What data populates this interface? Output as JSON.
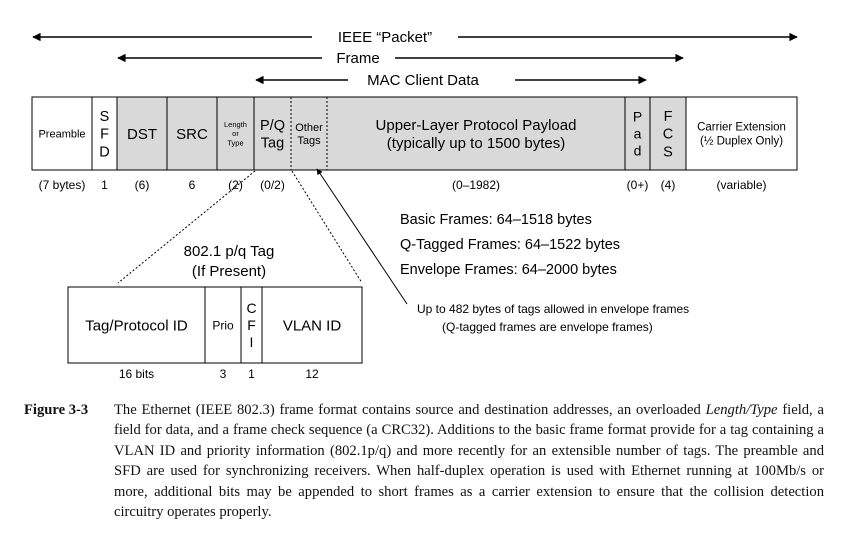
{
  "spans": {
    "packet": "IEEE “Packet”",
    "frame": "Frame",
    "mac_client_data": "MAC Client Data"
  },
  "frame_fields": [
    {
      "id": "preamble",
      "lines": [
        "Preamble"
      ],
      "size": "(7 bytes)",
      "shaded": false
    },
    {
      "id": "sfd",
      "lines": [
        "S",
        "F",
        "D"
      ],
      "size": "1",
      "shaded": false
    },
    {
      "id": "dst",
      "lines": [
        "DST"
      ],
      "size": "(6)",
      "shaded": true
    },
    {
      "id": "src",
      "lines": [
        "SRC"
      ],
      "size": "6",
      "shaded": true
    },
    {
      "id": "length-type",
      "lines": [
        "Length",
        "or",
        "Type"
      ],
      "size": "(2)",
      "shaded": true
    },
    {
      "id": "pq-tag",
      "lines": [
        "P/Q",
        "Tag"
      ],
      "size": "(0/2)",
      "shaded": true
    },
    {
      "id": "other-tags",
      "lines": [
        "Other",
        "Tags"
      ],
      "size": "",
      "shaded": true
    },
    {
      "id": "payload",
      "lines": [
        "Upper-Layer Protocol Payload",
        "(typically up to 1500 bytes)"
      ],
      "size": "(0–1982)",
      "shaded": true
    },
    {
      "id": "pad",
      "lines": [
        "P",
        "a",
        "d"
      ],
      "size": "(0+)",
      "shaded": true
    },
    {
      "id": "fcs",
      "lines": [
        "F",
        "C",
        "S"
      ],
      "size": "(4)",
      "shaded": true
    },
    {
      "id": "carrier-extension",
      "lines": [
        "Carrier Extension",
        "(½ Duplex Only)"
      ],
      "size": "(variable)",
      "shaded": false
    }
  ],
  "frame_sizes": [
    "Basic Frames: 64–1518 bytes",
    "Q-Tagged Frames: 64–1522 bytes",
    "Envelope Frames: 64–2000 bytes"
  ],
  "tag_note": [
    "Up to 482 bytes of tags allowed in envelope frames",
    "(Q-tagged frames are envelope frames)"
  ],
  "tag_title": [
    "802.1 p/q Tag",
    "(If Present)"
  ],
  "tag_fields": [
    {
      "id": "tag-protocol-id",
      "lines": [
        "Tag/Protocol ID"
      ],
      "bits": "16 bits"
    },
    {
      "id": "prio",
      "lines": [
        "Prio"
      ],
      "bits": "3"
    },
    {
      "id": "cfi",
      "lines": [
        "C",
        "F",
        "I"
      ],
      "bits": "1"
    },
    {
      "id": "vlan-id",
      "lines": [
        "VLAN ID"
      ],
      "bits": "12"
    }
  ],
  "caption": {
    "label": "Figure 3-3",
    "text_before": "The Ethernet (IEEE 802.3) frame format contains source and destination addresses, an overloaded ",
    "text_italic": "Length/Type",
    "text_after": " field, a field for data, and a frame check sequence (a CRC32). Additions to the basic frame format provide for a tag containing a VLAN ID and priority information (802.1p/q) and more recently for an extensible number of tags. The preamble and SFD are used for synchronizing receivers. When half-duplex operation is used with Ethernet running at 100Mb/s or more, additional bits may be appended to short frames as a carrier extension to ensure that the collision detection circuitry operates properly."
  }
}
